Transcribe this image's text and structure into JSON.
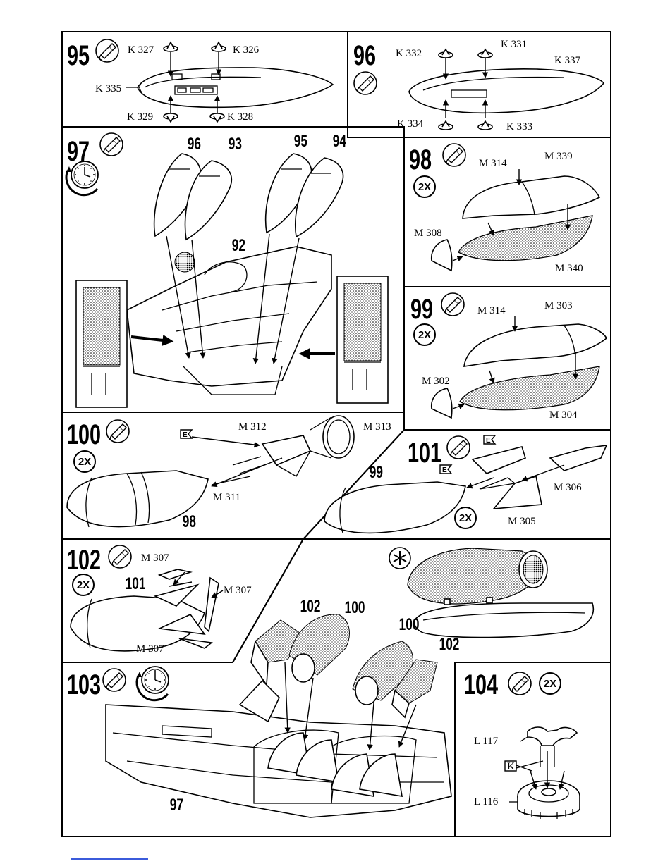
{
  "steps": [
    {
      "num": "95",
      "callouts": [
        "K 327",
        "K 326",
        "K 335",
        "K 329",
        "K 328"
      ]
    },
    {
      "num": "96",
      "callouts": [
        "K 332",
        "K 331",
        "K 337",
        "K 334",
        "K 333"
      ]
    },
    {
      "num": "97",
      "callouts": [
        "96",
        "93",
        "95",
        "94",
        "92"
      ]
    },
    {
      "num": "98",
      "count": "2X",
      "callouts": [
        "M 314",
        "M 339",
        "M 308",
        "M 340"
      ]
    },
    {
      "num": "99",
      "count": "2X",
      "callouts": [
        "M 314",
        "M 303",
        "M 302",
        "M 304"
      ]
    },
    {
      "num": "100",
      "count": "2X",
      "callouts": [
        "M 312",
        "M 313",
        "M 311",
        "98"
      ]
    },
    {
      "num": "101",
      "count": "2X",
      "callouts": [
        "99",
        "M 306",
        "M 305"
      ]
    },
    {
      "num": "102",
      "count": "2X",
      "callouts": [
        "M 307",
        "101",
        "M 307",
        "M 307"
      ]
    },
    {
      "num": "103",
      "callouts": [
        "102",
        "100",
        "100",
        "102",
        "97"
      ]
    },
    {
      "num": "104",
      "count": "2X",
      "callouts": [
        "L 117",
        "K",
        "L 116"
      ]
    }
  ],
  "decal_mark": "E",
  "icons": [
    "glue-tube-icon",
    "drying-clock-icon",
    "asterisk-icon",
    "decal-flag-icon"
  ]
}
